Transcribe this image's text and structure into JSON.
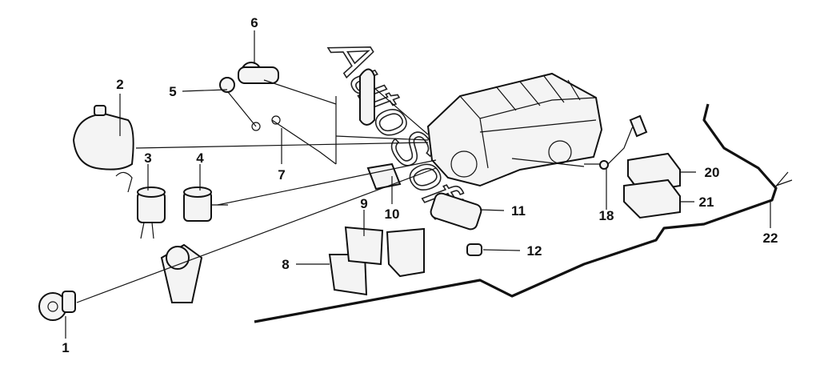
{
  "watermark": "AutoSoft",
  "callouts": [
    {
      "id": "1",
      "label": "1"
    },
    {
      "id": "2",
      "label": "2"
    },
    {
      "id": "3",
      "label": "3"
    },
    {
      "id": "4",
      "label": "4"
    },
    {
      "id": "5",
      "label": "5"
    },
    {
      "id": "6",
      "label": "6"
    },
    {
      "id": "7",
      "label": "7"
    },
    {
      "id": "8",
      "label": "8"
    },
    {
      "id": "9",
      "label": "9"
    },
    {
      "id": "10",
      "label": "10"
    },
    {
      "id": "11",
      "label": "11"
    },
    {
      "id": "12",
      "label": "12"
    },
    {
      "id": "18",
      "label": "18"
    },
    {
      "id": "20",
      "label": "20"
    },
    {
      "id": "21",
      "label": "21"
    },
    {
      "id": "22",
      "label": "22"
    }
  ]
}
